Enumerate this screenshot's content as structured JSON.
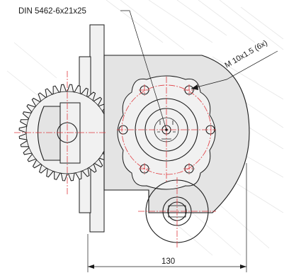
{
  "annotations": {
    "spline_callout": "DIN 5462-6x21x25",
    "thread_callout": "M 10x1.5 (6x)",
    "width_dimension": "130"
  },
  "colors": {
    "outline": "#1a1a1a",
    "centerline": "#e0393e",
    "body_fill": "#e4e4e4"
  }
}
